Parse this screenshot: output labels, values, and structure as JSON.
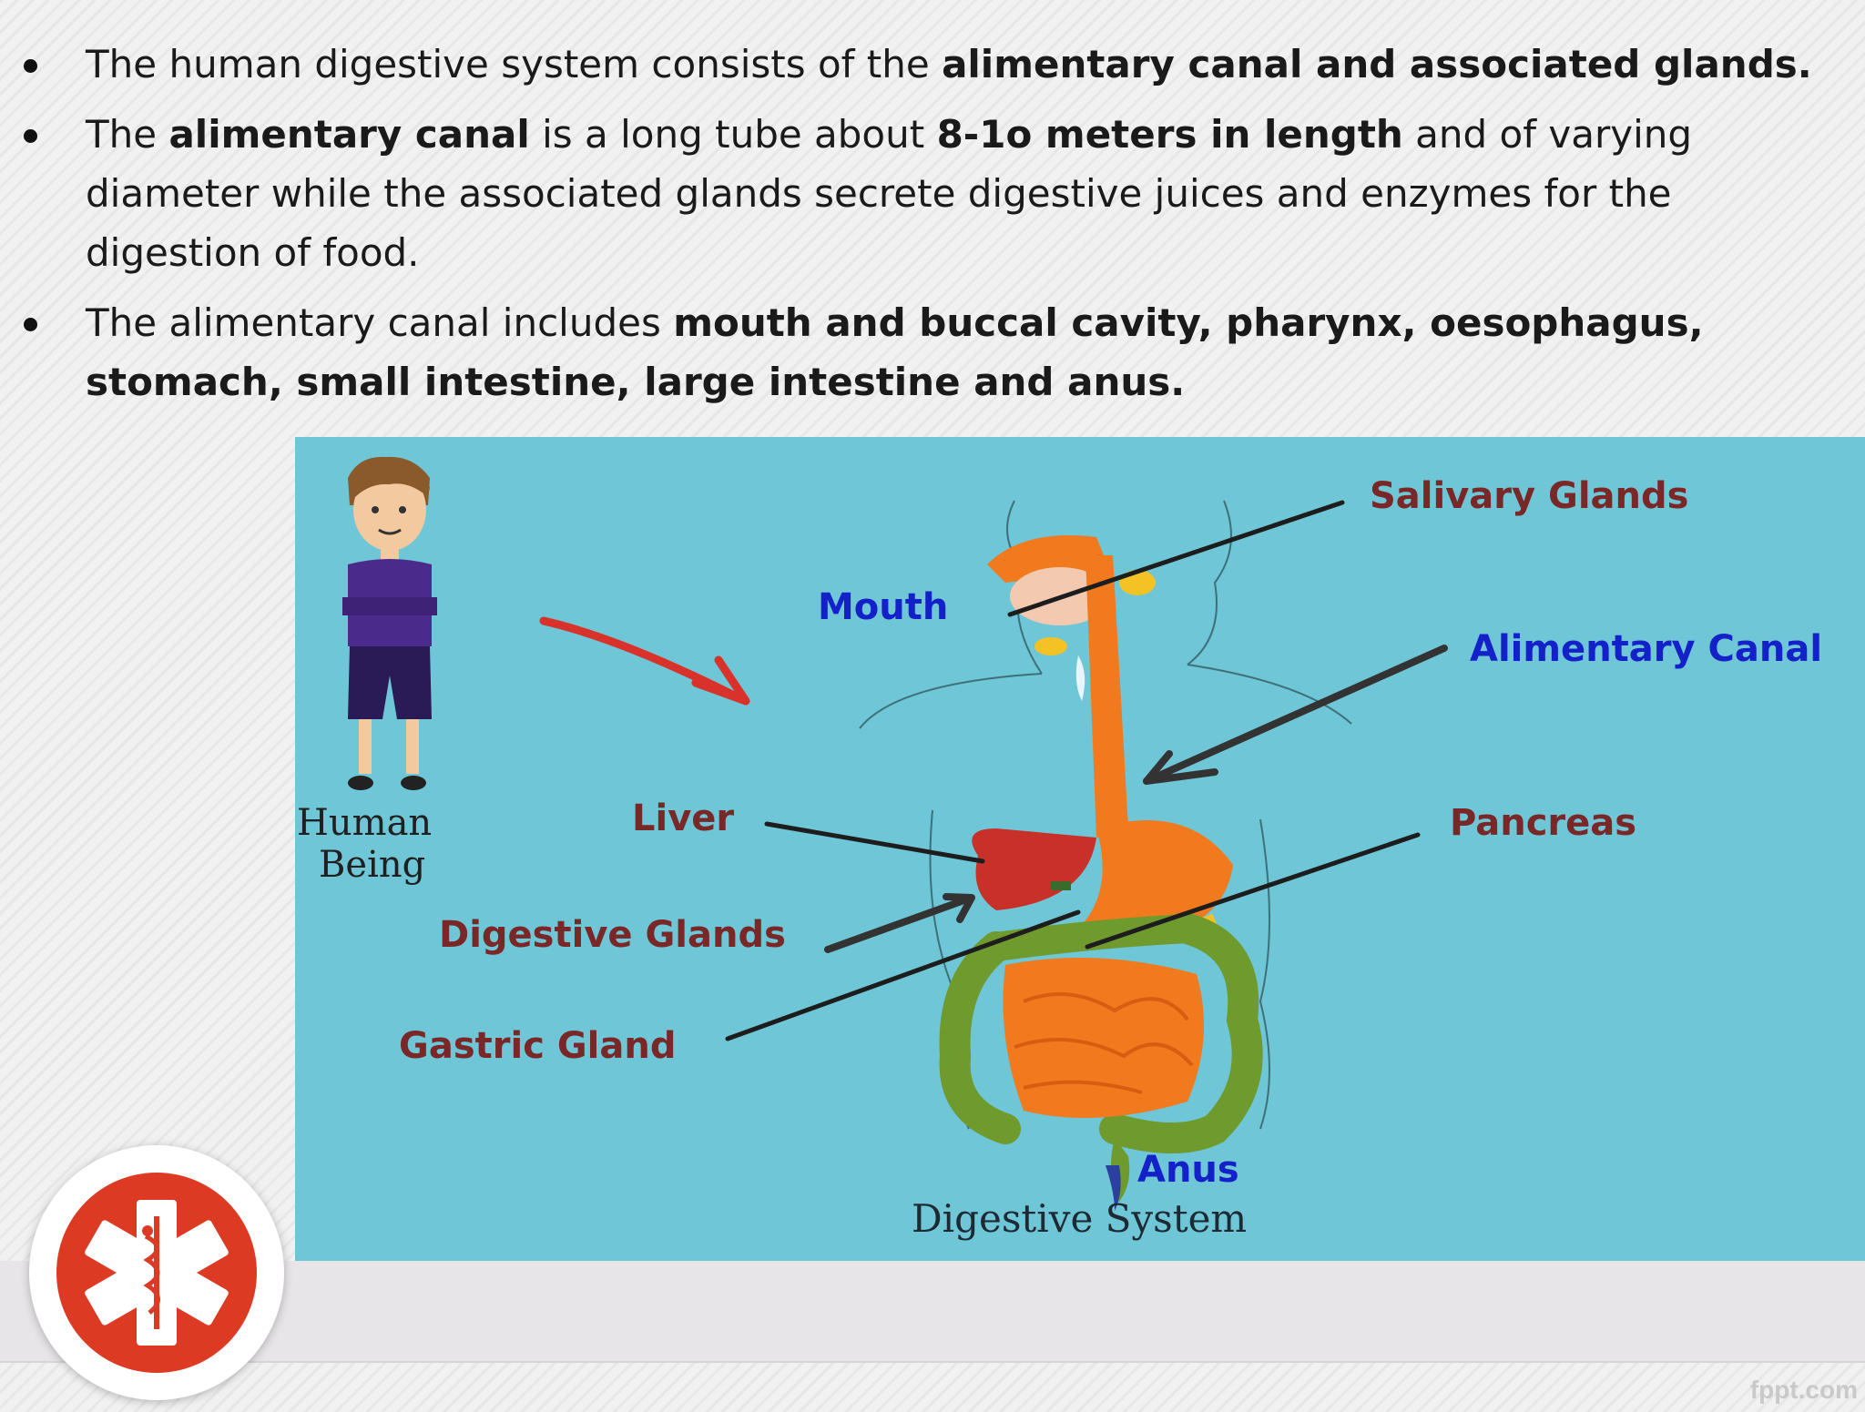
{
  "bullets": [
    {
      "t1": "The human digestive system consists of the ",
      "b1": "alimentary canal and associated glands."
    },
    {
      "t1": "The ",
      "b1": "alimentary canal",
      "t2": " is a long tube about ",
      "b2": "8-1o meters in length",
      "t3": " and of varying diameter while the associated glands secrete digestive juices and enzymes for the digestion of food."
    },
    {
      "t1": "The alimentary canal includes ",
      "b1": "mouth and buccal cavity, pharynx, oesophagus, stomach, small intestine, large intestine and anus."
    }
  ],
  "figure": {
    "labels": {
      "human_line1": "Human",
      "human_line2": "Being",
      "mouth": "Mouth",
      "salivary": "Salivary Glands",
      "alimentary": "Alimentary Canal",
      "liver": "Liver",
      "pancreas": "Pancreas",
      "digestive_glands": "Digestive Glands",
      "gastric": "Gastric Gland",
      "anus": "Anus",
      "caption": "Digestive System"
    },
    "colors": {
      "background": "#6ec6d6",
      "organ_orange": "#f27a1e",
      "liver_red": "#c8312a",
      "intestine_green": "#6f9a2e",
      "dark_label": "#7a2727",
      "blue_label": "#1420c8",
      "arrow_red": "#d8322a"
    }
  },
  "logo": {
    "icon": "star-of-life-medical-icon",
    "color": "#dd3a24"
  },
  "footer": {
    "brand": "fppt.com"
  }
}
